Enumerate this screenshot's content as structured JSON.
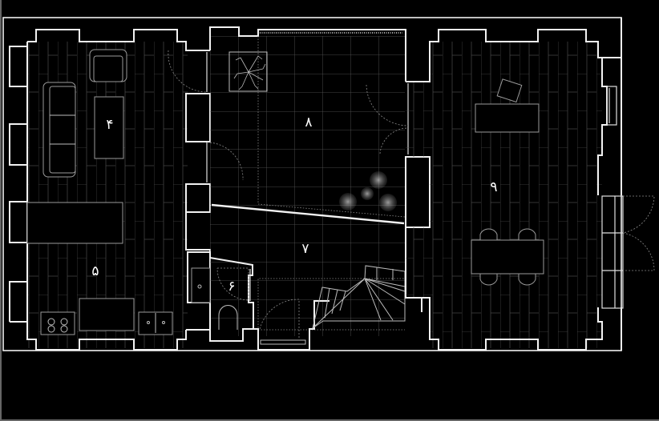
{
  "drawing": {
    "type": "architectural floor plan",
    "background": "#000000",
    "line_color": "#f2f2f2",
    "tile_color": "#4a4a4a"
  },
  "rooms": [
    {
      "id": "room-4",
      "label": "۴",
      "number": 4,
      "function": "living room (sofa, armchair, coffee table)"
    },
    {
      "id": "room-5",
      "label": "۵",
      "number": 5,
      "function": "kitchen (island, stove, double sink)"
    },
    {
      "id": "room-6",
      "label": "۶",
      "number": 6,
      "function": "bathroom (toilet, shower)"
    },
    {
      "id": "room-7",
      "label": "۷",
      "number": 7,
      "function": "entry hall with stair"
    },
    {
      "id": "room-8",
      "label": "۸",
      "number": 8,
      "function": "courtyard (tree, shrubs)"
    },
    {
      "id": "room-9",
      "label": "۹",
      "number": 9,
      "function": "dining / study room (desk, chair, dining table, 4 chairs)"
    }
  ]
}
